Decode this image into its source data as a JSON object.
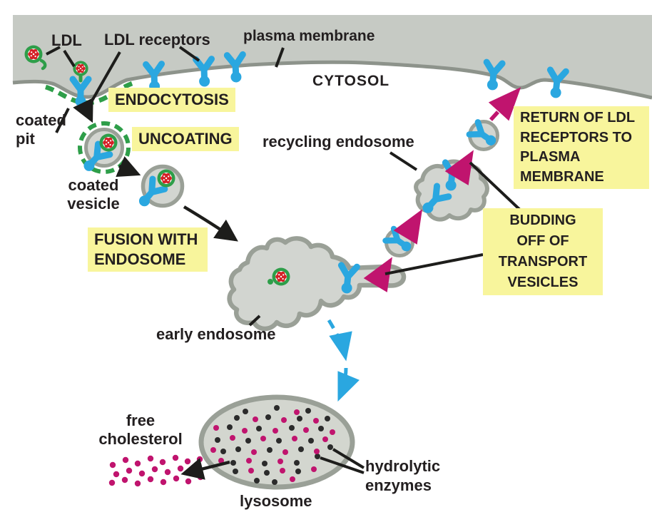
{
  "figure": {
    "type": "cell-biology-pathway-diagram",
    "labels": {
      "ldl": "LDL",
      "ldl_receptors": "LDL receptors",
      "plasma_membrane": "plasma membrane",
      "cytosol": "CYTOSOL",
      "endocytosis": "ENDOCYTOSIS",
      "coated_pit_1": "coated",
      "coated_pit_2": "pit",
      "uncoating": "UNCOATING",
      "coated_vesicle_1": "coated",
      "coated_vesicle_2": "vesicle",
      "fusion_1": "FUSION WITH",
      "fusion_2": "ENDOSOME",
      "recycling_endosome": "recycling endosome",
      "early_endosome": "early endosome",
      "return_1": "RETURN OF LDL",
      "return_2": "RECEPTORS TO",
      "return_3": "PLASMA",
      "return_4": "MEMBRANE",
      "budding_1": "BUDDING",
      "budding_2": "OFF OF",
      "budding_3": "TRANSPORT",
      "budding_4": "VESICLES",
      "free_cholesterol_1": "free",
      "free_cholesterol_2": "cholesterol",
      "lysosome": "lysosome",
      "hydrolytic_1": "hydrolytic",
      "hydrolytic_2": "enzymes"
    },
    "colors": {
      "extracellular_band": "#c6cac4",
      "membrane_line": "#8d938b",
      "organelle_border": "#9aa097",
      "organelle_fill": "#d2d5d0",
      "highlight_yellow": "#f8f59c",
      "receptor_blue": "#2aa7e0",
      "ldl_coat_green": "#2e9e49",
      "ldl_core_red": "#d42127",
      "recycling_arrow_magenta": "#c0146e",
      "lysosome_arrow_blue": "#2aa7e0",
      "enzyme_dot_black": "#2b2b2b",
      "enzyme_dot_magenta": "#c0146e",
      "text": "#231f20"
    }
  }
}
